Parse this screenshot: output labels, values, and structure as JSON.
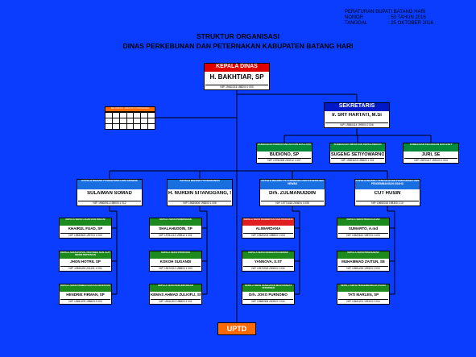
{
  "regulation": {
    "line1": "PERATURAN BUPATI BATANG HARI",
    "nomor_label": "NOMOR",
    "nomor_value": ":  53    TAHUN  2016",
    "tanggal_label": "TANGGAL",
    "tanggal_value": ": 25  OKTOBER  2016"
  },
  "title": {
    "line1": "STRUKTUR ORGANISASI",
    "line2": "DINAS PERKEBUNAN DAN PETERNAKAN KABUPATEN BATANG HARI"
  },
  "head": {
    "header": "KEPALA DINAS",
    "name": "H. BAKHTIAR, SP",
    "nip": "NIP. 19611013 198203 1 003"
  },
  "secretary": {
    "header": "SEKRETARIS",
    "name": "Ir. SRY HARTATI, M.Si",
    "nip": "NIP. 19650414 199303 2 006"
  },
  "legend": {
    "header": "KELOMPOK JABATAN FUNGSIONAL"
  },
  "subbag": [
    {
      "header": "SUBBAGIAN PERENCANAAN DAN EVALUASI",
      "name": "BUDIONO, SP",
      "nip": "NIP. 19750308 200212 1 007"
    },
    {
      "header": "SUBBAGIAN UMUM DAN KEPEGAWAIAN",
      "name": "SUGENG SETIYOWARNO",
      "nip": "NIP. 19691104 199803 1 001"
    },
    {
      "header": "SUBBAGIAN KEUANGAN DAN ASET",
      "name": "JURI, SE",
      "nip": "NIP. 19670417 199103 1 003"
    }
  ],
  "bidang": [
    {
      "header": "KEPALA BIDANG PRASARANA DAN SARANA",
      "name": "SULAIMAN SOMAD",
      "nip": "NIP. 19600911 198003 1 012",
      "seksi": [
        {
          "header": "KEPALA SEKSI LAHAN DAN IRIGASI",
          "name": "KHAIRUL FUAD, SP",
          "nip": "NIP. 19830603 199703 1 003"
        },
        {
          "header": "KEPALA SEKSI PUPUK, PESTISIDA DAN ALAT MESIN PERTANIAN",
          "name": "JHON HOTRIL SP",
          "nip": "NIP. 19810430 201101 1 004"
        },
        {
          "header": "KEPALA SEKSI PEMBIAYAAN DAN INVESTASI",
          "name": "HENDRIE FIRMAN, SP",
          "nip": "NIP. 19651209 198603 2 003"
        }
      ]
    },
    {
      "header": "KEPALA BIDANG PERKEBUNAN",
      "name": "H. NURDIN SITANGGANG, SP",
      "nip": "NIP. 19630506 198303 1 006",
      "seksi": [
        {
          "header": "KEPALA SEKSI PERBENIHAN",
          "name": "SHALAHUDDIN, SP",
          "nip": "NIP. 19781213 199812 1 001"
        },
        {
          "header": "KEPALA SEKSI PRODUKSI",
          "name": "KOKOH SUGANDI",
          "nip": "NIP. 19670312 198803 1 003"
        },
        {
          "header": "KEPALA SEKSI PERLINDUNGAN",
          "name": "KEMAS AHMAD ZULKIFLI, SP",
          "nip": "NIP. 19611202 198803 1 001"
        }
      ]
    },
    {
      "header": "KEPALA BIDANG PETERNAKAN DAN KESEHATAN HEWAN",
      "name": "Drh. ZULMANUDDIN",
      "nip": "NIP. 19771018 200604 1 006",
      "seksi": [
        {
          "header": "KEPALA SEKSI PEMBIBITAN DAN PRODUKSI",
          "name": "ALIWARDANA",
          "nip": "NIP. 19620204 198503 1 003"
        },
        {
          "header": "KEPALA SEKSI KESEHATAN HEWAN",
          "name": "YANNOVA, S.ST",
          "nip": "NIP. 19670918 200003 1 002"
        },
        {
          "header": "KEPALA SEKSI KESEHATAN MASYARAKAT VETERINER",
          "name": "Drh. JOKO PURNOMO",
          "nip": "NIP. 19680306 200903 1 002"
        }
      ]
    },
    {
      "header": "KEPALA BIDANG PENGOLAHAN PEMASARAN DAN PENGEMBANGAN USAHA",
      "name": "CUT HUSIN",
      "nip": "NIP. 19650315 198303 1 10",
      "seksi": [
        {
          "header": "KEPALA SEKSI PENGOLAHAN",
          "name": "SUMARTO, A.md",
          "nip": "NIP. 19620610 198703 1 003"
        },
        {
          "header": "KEPALA SEKSI PEMASARAN",
          "name": "MUHAMMAD ZAITUN, SE",
          "nip": "NIP. 19651226 199303 1 003"
        },
        {
          "header": "KEPALA SEKSI PENGEMBANGAN USAHA",
          "name": "TATI MARLEN, SP",
          "nip": "NIP. 19641201 199103 2 004"
        }
      ]
    }
  ],
  "uptd": "UPTD",
  "colors": {
    "background": "#0a3dff",
    "head_header": "#e00000",
    "sekretaris_header": "#0018c8",
    "subbag_header": "#008a3a",
    "bidang_header": "#1a6fe0",
    "seksi_header": "#1c8a1c",
    "seksi_header_alt": "#e02020",
    "uptd": "#ff6a00"
  }
}
